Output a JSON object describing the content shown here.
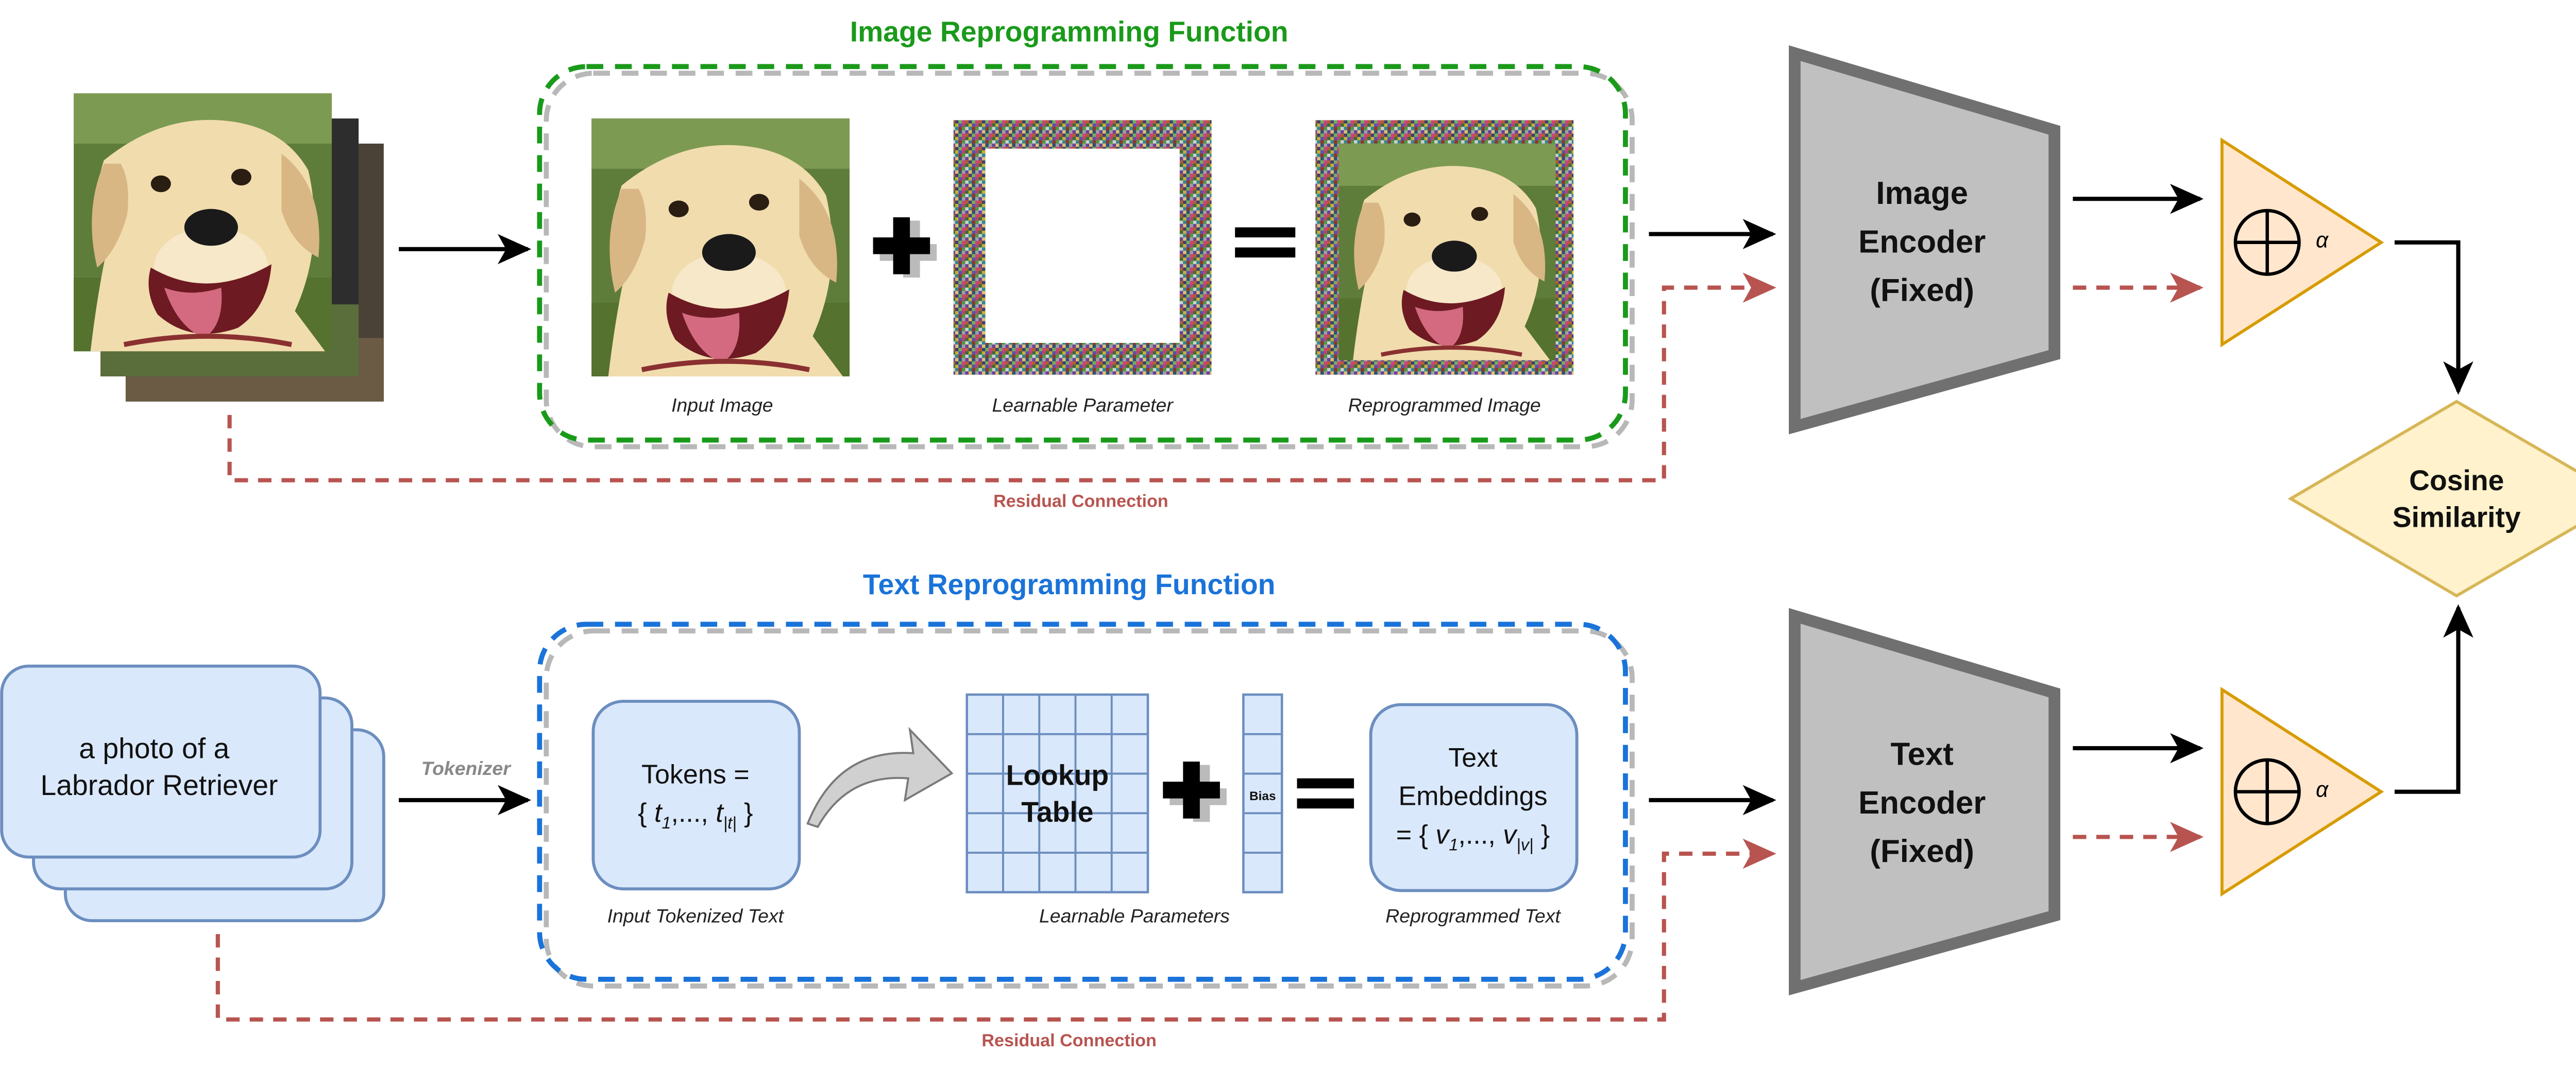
{
  "image_branch": {
    "title": "Image Reprogramming Function",
    "input_label": "Input Image",
    "param_label": "Learnable Parameter",
    "output_label": "Reprogrammed Image",
    "residual_label": "Residual Connection"
  },
  "text_branch": {
    "title": "Text Reprogramming Function",
    "prompt_line1": "a photo of a",
    "prompt_line2": "Labrador Retriever",
    "tokenizer_label": "Tokenizer",
    "tokens_line1": "Tokens =",
    "tokens_open": "{ ",
    "tokens_t": "t",
    "tokens_sub1": "1",
    "tokens_mid": ",..., ",
    "tokens_subt": "|t|",
    "tokens_close": " }",
    "lookup_line1": "Lookup",
    "lookup_line2": "Table",
    "bias_label": "Bias",
    "emb_line1": "Text",
    "emb_line2": "Embeddings",
    "emb_open": "= { ",
    "emb_v": "v",
    "emb_sub1": "1",
    "emb_mid": ",..., ",
    "emb_subv": "|v|",
    "emb_close": " }",
    "input_label": "Input Tokenized Text",
    "param_label": "Learnable Parameters",
    "output_label": "Reprogrammed Text",
    "residual_label": "Residual Connection"
  },
  "encoders": {
    "image_line1": "Image",
    "image_line2": "Encoder",
    "image_line3": "(Fixed)",
    "text_line1": "Text",
    "text_line2": "Encoder",
    "text_line3": "(Fixed)"
  },
  "fusion": {
    "alpha": "α",
    "cosine_line1": "Cosine",
    "cosine_line2": "Similarity"
  },
  "colors": {
    "image_border": "#1a9a1a",
    "text_border": "#1a73d9",
    "residual": "#b85450",
    "encoder_fill": "#c0c0c0",
    "encoder_stroke": "#707070",
    "box_fill": "#dae8fc",
    "box_stroke": "#6c8ebf",
    "fusion_fill": "#ffe6cc",
    "fusion_stroke": "#d79b00",
    "cosine_fill": "#fff2cc",
    "cosine_stroke": "#d6b656"
  },
  "icons": {
    "plus": "plus-icon",
    "equals": "equals-icon",
    "oplus": "circled-plus-icon",
    "curved_arrow": "curved-arrow-icon"
  }
}
